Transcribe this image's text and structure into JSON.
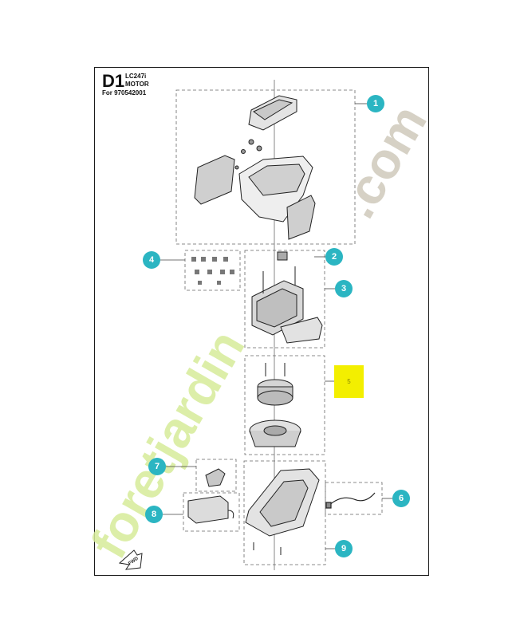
{
  "header": {
    "section_code": "D1",
    "model": "LC247i",
    "group": "MOTOR",
    "for_line": "For 970542001"
  },
  "callouts": [
    "1",
    "2",
    "3",
    "4",
    "5",
    "6",
    "7",
    "8",
    "9"
  ],
  "highlight_label": "5",
  "direction_label": "FWD",
  "watermark": {
    "green_part": "foretjardin",
    "grey_part": ".com",
    "green_color": "#d6ec9a",
    "grey_color": "#cfcabc"
  },
  "colors": {
    "callout": "#2bb5c2",
    "highlight": "#f3ef00",
    "line": "#1a1a1a"
  }
}
